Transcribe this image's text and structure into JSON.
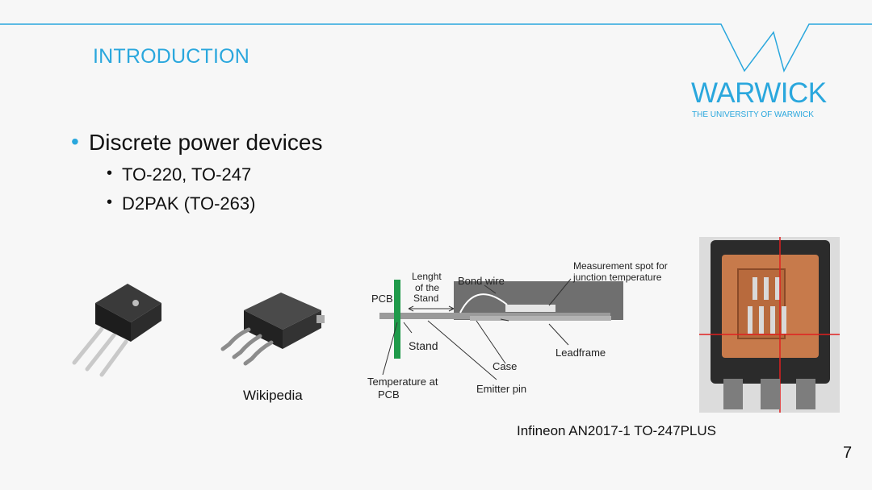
{
  "slide": {
    "title": "INTRODUCTION",
    "logo": {
      "name": "WARWICK",
      "subtitle": "THE UNIVERSITY OF WARWICK"
    },
    "bullets": [
      {
        "text": "Discrete power devices",
        "sub": [
          "TO-220, TO-247",
          "D2PAK (TO-263)"
        ]
      }
    ],
    "captions": {
      "wikipedia": "Wikipedia",
      "infineon": "Infineon AN2017-1 TO-247PLUS"
    },
    "page_number": "7"
  },
  "diagram": {
    "labels": {
      "pcb": "PCB",
      "length_line1": "Lenght",
      "length_line2": "of the",
      "length_line3": "Stand",
      "bond_wire": "Bond wire",
      "measurement_line1": "Measurement spot for",
      "measurement_line2": "junction temperature",
      "stand": "Stand",
      "leadframe": "Leadframe",
      "case": "Case",
      "temp_line1": "Temperature at",
      "temp_line2": "PCB",
      "emitter_pin": "Emitter pin"
    }
  },
  "colors": {
    "accent": "#2aa7dd",
    "pcb_green": "#1f9a4a",
    "case_gray": "#6f6f6f"
  }
}
